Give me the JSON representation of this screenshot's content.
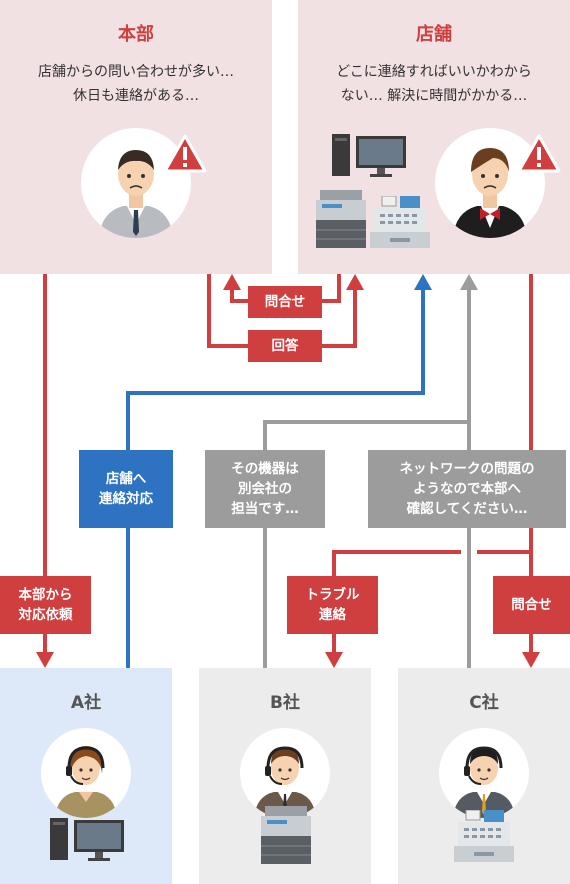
{
  "hq": {
    "title": "本部",
    "desc_line1": "店舗からの問い合わせが多い…",
    "desc_line2": "休日も連絡がある…"
  },
  "store": {
    "title": "店舗",
    "desc_line1": "どこに連絡すればいいかわから",
    "desc_line2": "ない… 解決に時間がかかる…"
  },
  "company_a": {
    "title": "A社"
  },
  "company_b": {
    "title": "B社"
  },
  "company_c": {
    "title": "C社"
  },
  "labels": {
    "inquiry_top": "問合せ",
    "answer": "回答",
    "store_contact_1": "店舗へ",
    "store_contact_2": "連絡対応",
    "other_company_1": "その機器は",
    "other_company_2": "別会社の",
    "other_company_3": "担当です…",
    "network_1": "ネットワークの問題の",
    "network_2": "ようなので本部へ",
    "network_3": "確認してください…",
    "hq_request_1": "本部から",
    "hq_request_2": "対応依頼",
    "trouble_1": "トラブル",
    "trouble_2": "連絡",
    "inquiry_right": "問合せ"
  },
  "colors": {
    "red": "#cf3f3f",
    "blue": "#2e73c2",
    "grey": "#9c9c9c",
    "hq_bg": "#f2e1e3",
    "a_bg": "#dde9f9",
    "bc_bg": "#ececec"
  },
  "icons": [
    "warning-icon",
    "man-suit-icon",
    "waiter-icon",
    "operator-woman-icon",
    "operator-man-icon",
    "pc-icon",
    "copier-icon",
    "register-icon"
  ]
}
